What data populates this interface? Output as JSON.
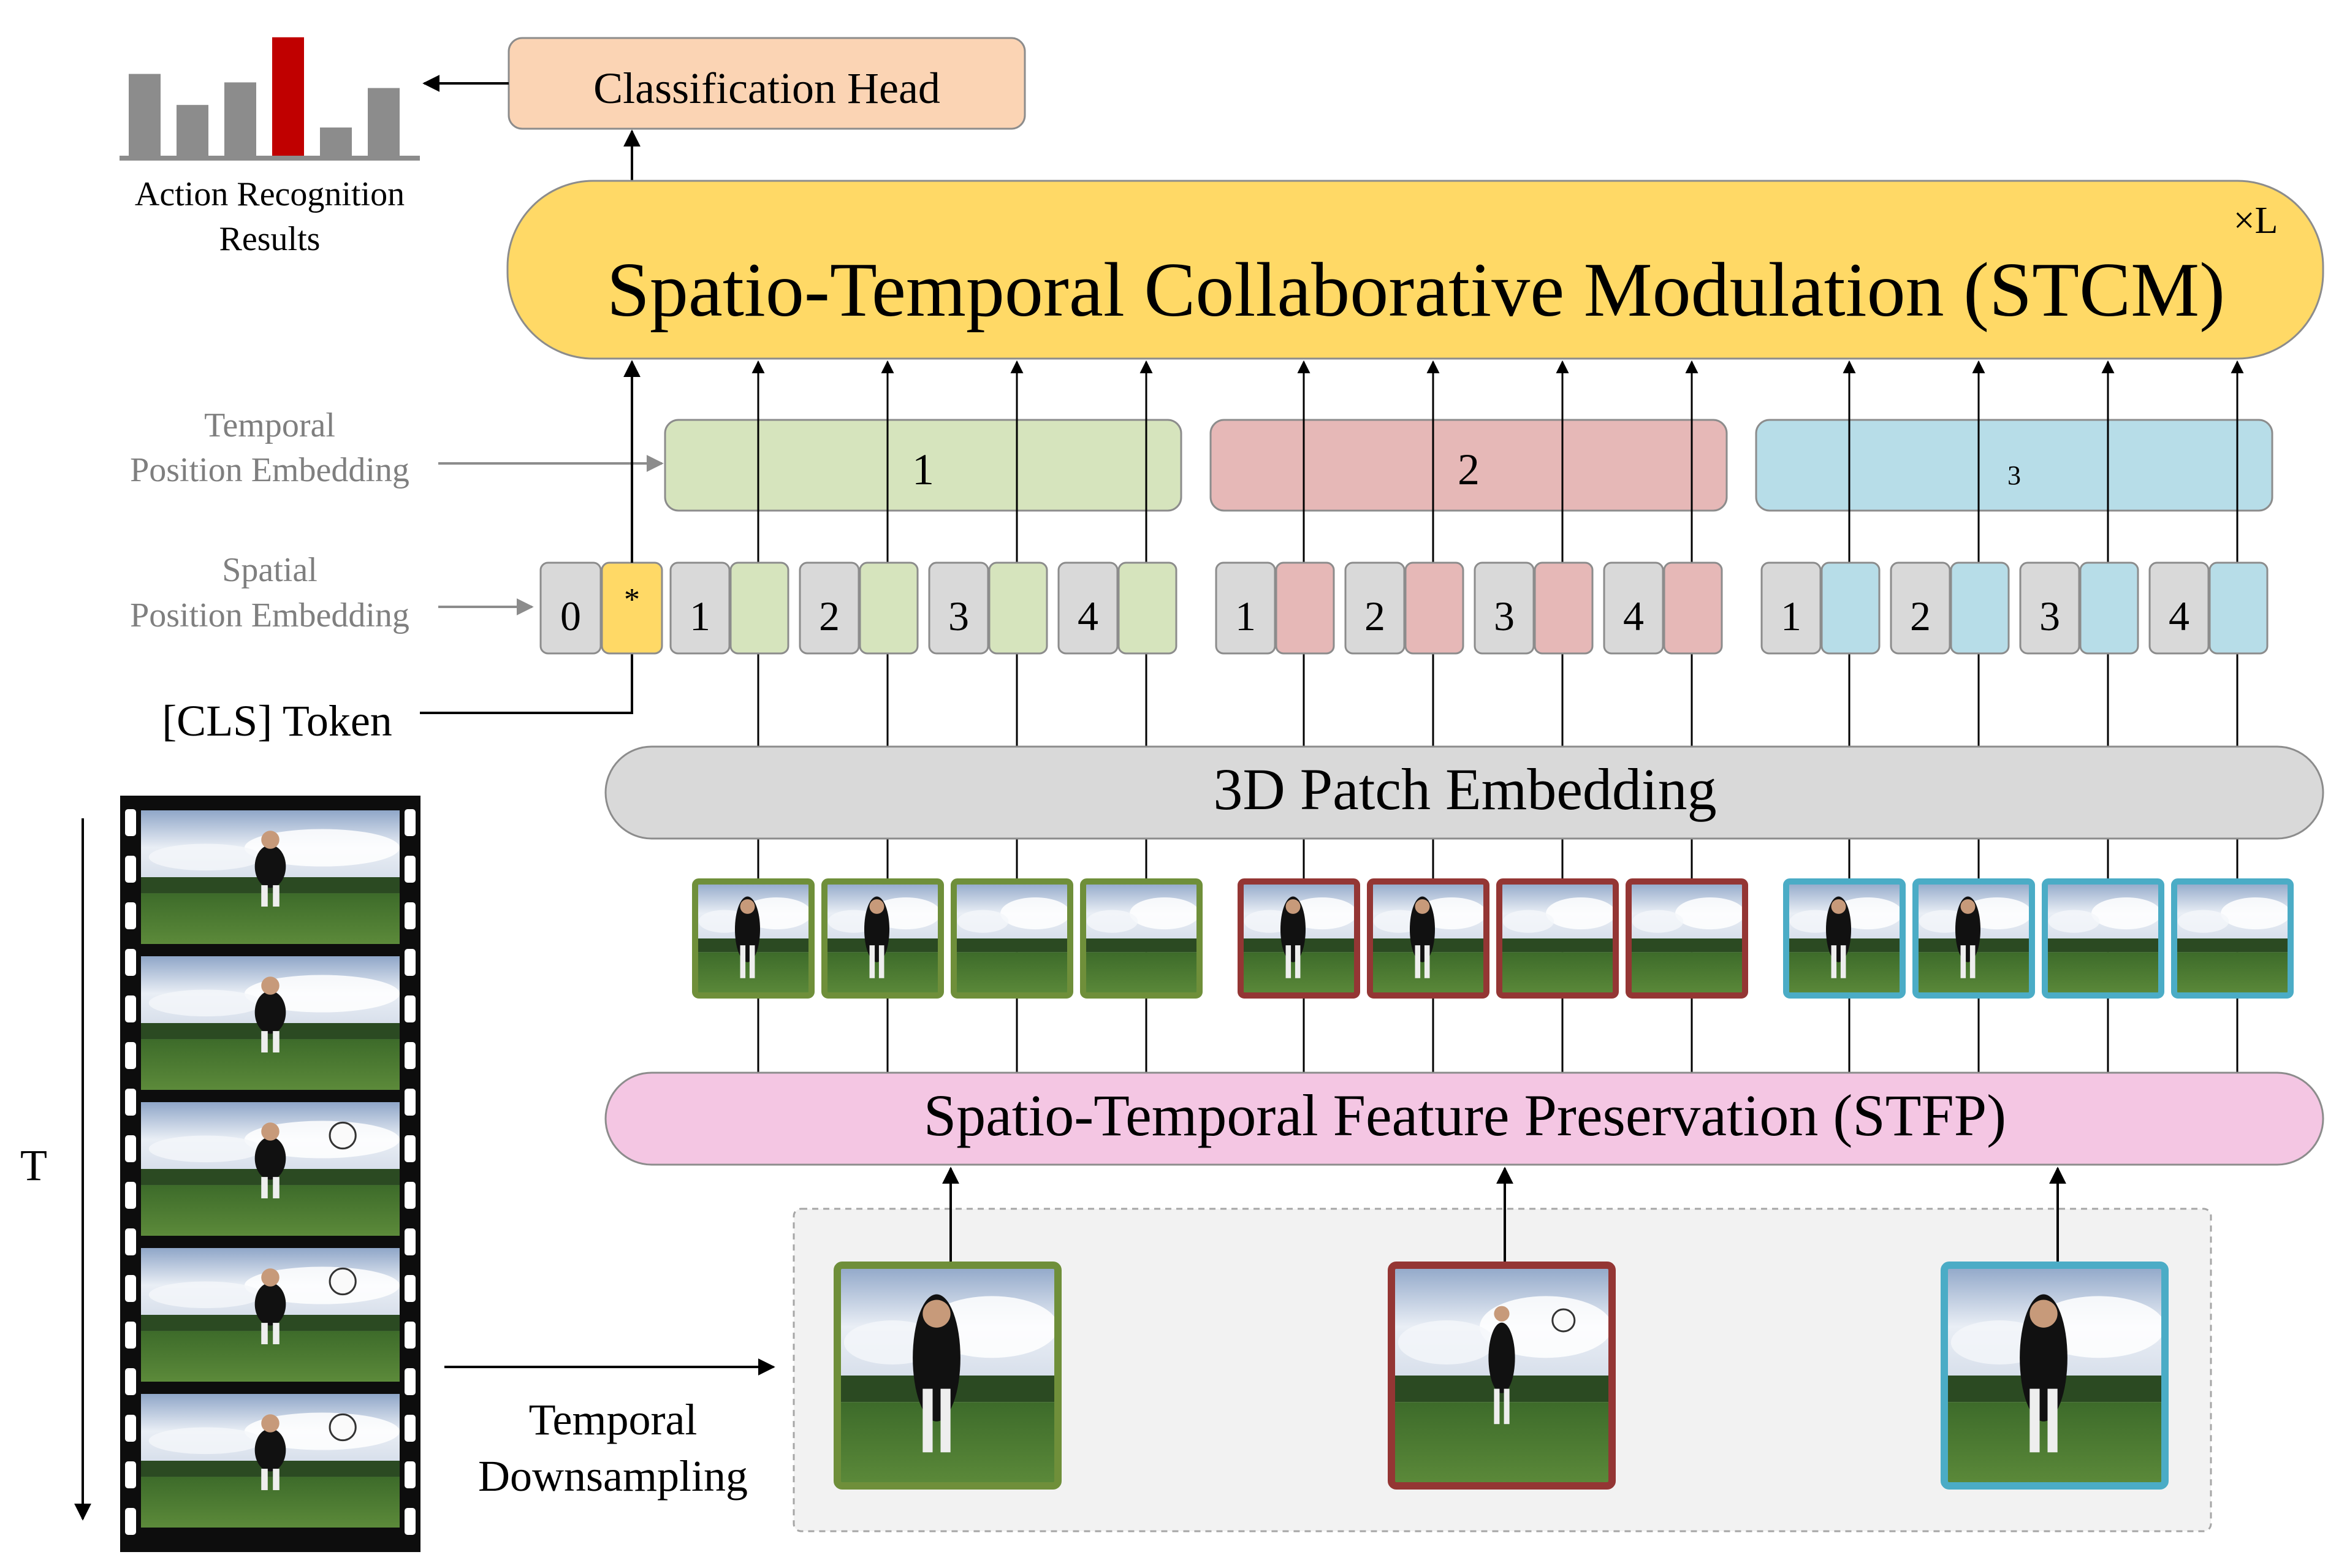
{
  "classification_head": "Classification Head",
  "results_label_line1": "Action Recognition",
  "results_label_line2": "Results",
  "stcm_label": "Spatio-Temporal Collaborative Modulation  (STCM)",
  "stcm_repeat": "×L",
  "temporal_pos_line1": "Temporal",
  "temporal_pos_line2": "Position Embedding",
  "spatial_pos_line1": "Spatial",
  "spatial_pos_line2": "Position Embedding",
  "cls_token_label": "[CLS] Token",
  "cls_index": "0",
  "cls_symbol": "*",
  "patch_embedding_label": "3D Patch Embedding",
  "stfp_label": "Spatio-Temporal Feature Preservation  (STFP)",
  "time_axis_label": "T",
  "downsampling_line1": "Temporal",
  "downsampling_line2": "Downsampling",
  "groups": [
    {
      "label": "1",
      "color": "#d6e4bd",
      "frame_border": "#6f8f3a",
      "tokens": [
        "1",
        "2",
        "3",
        "4"
      ]
    },
    {
      "label": "2",
      "color": "#e6b8b7",
      "frame_border": "#943634",
      "tokens": [
        "1",
        "2",
        "3",
        "4"
      ]
    },
    {
      "label": "3",
      "color": "#b7dde8",
      "frame_border": "#4bacc6",
      "tokens": [
        "1",
        "2",
        "3",
        "4"
      ]
    }
  ],
  "colors": {
    "classification_head": "#fbd4b4",
    "stcm": "#ffd966",
    "cls_token": "#ffd966",
    "index_token": "#d9d9d9",
    "patch_embedding": "#d9d9d9",
    "stfp": "#f4c6e3",
    "bar_highlight": "#c00000",
    "bar_default": "#8c8c8c"
  },
  "results_bars": [
    {
      "value": 0.58,
      "highlight": false
    },
    {
      "value": 0.36,
      "highlight": false
    },
    {
      "value": 0.52,
      "highlight": false
    },
    {
      "value": 0.84,
      "highlight": true
    },
    {
      "value": 0.2,
      "highlight": false
    },
    {
      "value": 0.48,
      "highlight": false
    }
  ]
}
